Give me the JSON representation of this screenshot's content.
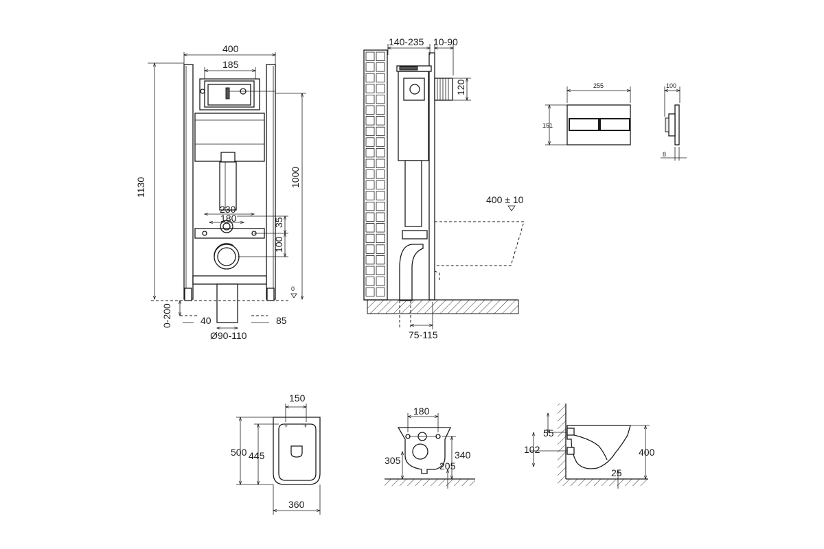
{
  "frame_front": {
    "width_label": "400",
    "bracket_label": "185",
    "height_label": "1130",
    "inlet_height_label": "1000",
    "stud_spacing_label": "230",
    "stud_inner_label": "180",
    "stud_height_label": "35",
    "outlet_height_label": "100",
    "floor_label": "0",
    "leg_adjust_label": "0-200",
    "foot_label": "40",
    "pipe_label": "Ø90-110",
    "foot_right_label": "85"
  },
  "frame_side": {
    "depth_label": "140-235",
    "offset_label": "10-90",
    "flush_height_label": "120",
    "pipe_offset_label": "75-115",
    "seat_height_label": "400 ± 10"
  },
  "flush_plate": {
    "width_label": "255",
    "height_label": "151",
    "depth_label": "100",
    "thickness_label": "8"
  },
  "bowl_top": {
    "hinge_label": "150",
    "length_label": "500",
    "seat_label": "445",
    "width_label": "360"
  },
  "bowl_rear": {
    "bolt_spacing_label": "180",
    "left_height_label": "305",
    "right_height_label": "340",
    "outlet_label": "205"
  },
  "bowl_side": {
    "inlet_label": "55",
    "outlet_label": "102",
    "height_label": "400",
    "clearance_label": "25"
  }
}
